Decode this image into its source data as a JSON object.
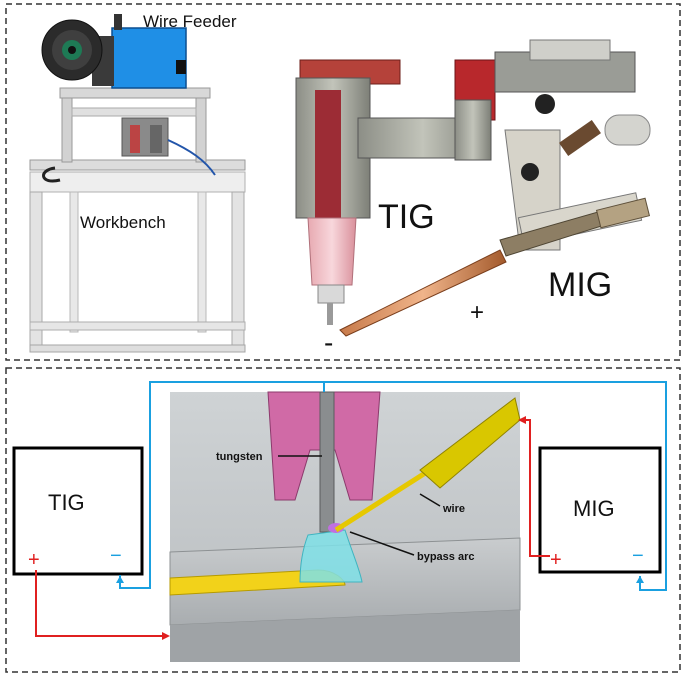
{
  "top_panel": {
    "label_wire_feeder": "Wire Feeder",
    "label_workbench": "Workbench",
    "label_tig_torch": "TIG",
    "label_mig_torch": "MIG",
    "sign_plus": "+",
    "sign_minus": "-"
  },
  "bottom_panel": {
    "tig_box": {
      "title": "TIG",
      "plus": "+",
      "minus": "−"
    },
    "mig_box": {
      "title": "MIG",
      "plus": "+",
      "minus": "−"
    },
    "callout_tungsten": "tungsten",
    "callout_wire": "wire",
    "callout_bypass_arc": "bypass arc"
  },
  "colors": {
    "positive_line": "#e02020",
    "negative_line": "#1aa0e0",
    "frame_dash": "#333333",
    "torch_pink": "#d06aa6",
    "wire_yellow": "#e6d400",
    "arc_cyan": "#7fe0e8",
    "bead_yellow": "#f2d21a"
  }
}
